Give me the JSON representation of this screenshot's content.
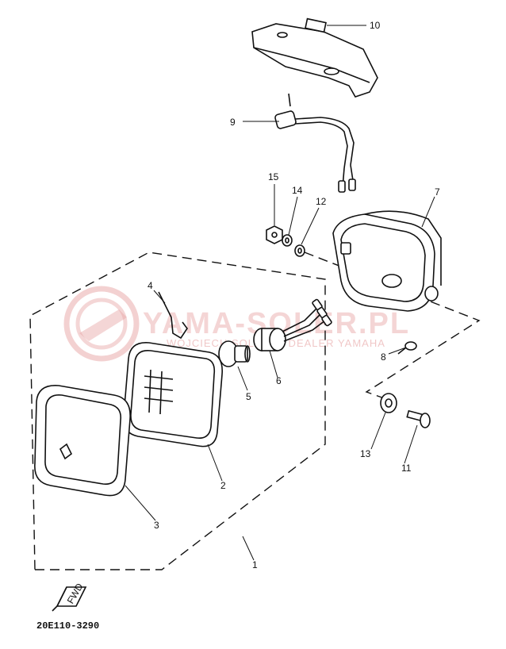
{
  "callouts": {
    "c1": "1",
    "c2": "2",
    "c3": "3",
    "c4": "4",
    "c5": "5",
    "c6": "6",
    "c7": "7",
    "c8": "8",
    "c9": "9",
    "c10": "10",
    "c11": "11",
    "c12": "12",
    "c13": "13",
    "c14": "14",
    "c15": "15"
  },
  "fwd_label": "FWD",
  "part_code": "20E110-3290",
  "watermark": {
    "brand": "YAMA-SOLER.PL",
    "tagline": "WOJCIECH SOLARZ | DEALER YAMAHA"
  },
  "colors": {
    "ink": "#111111",
    "watermark": "#e7a3a3",
    "background": "#ffffff"
  }
}
